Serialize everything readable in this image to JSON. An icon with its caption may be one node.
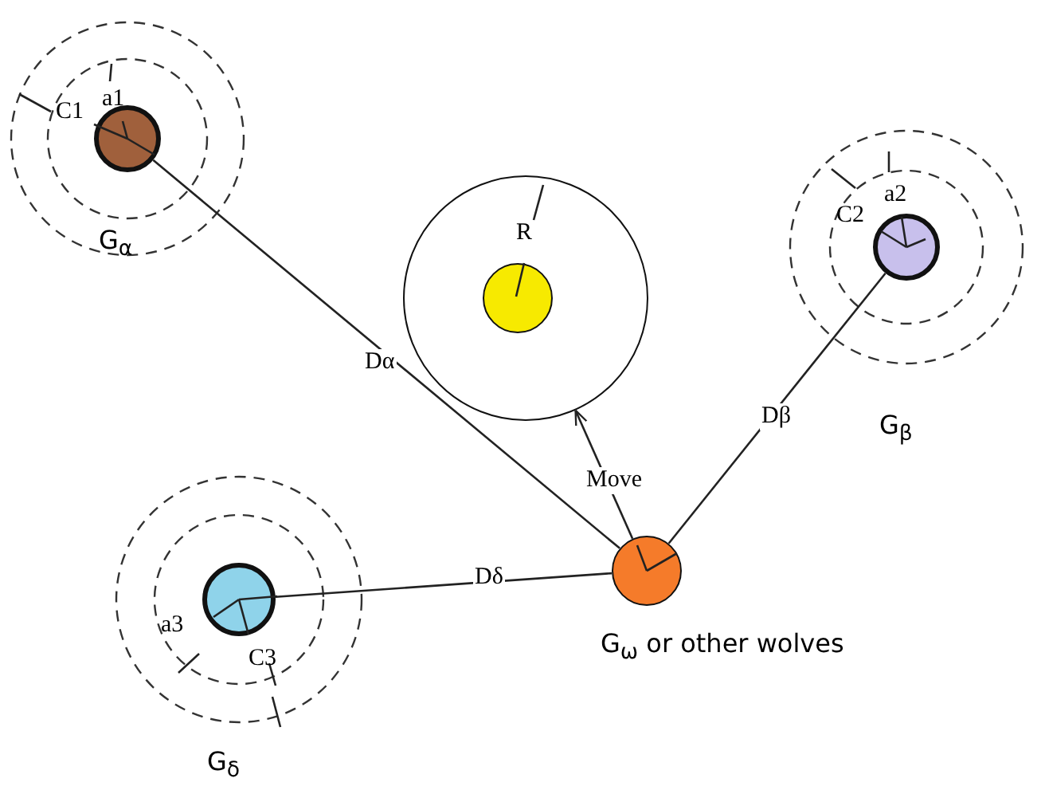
{
  "diagram": {
    "nodes": [
      {
        "text": [],
        "shape": "circle",
        "beside": [
          "G$_{α}$"
        ]
      },
      {
        "text": [],
        "shape": "circle"
      },
      {
        "text": [],
        "shape": "circle",
        "in": 1
      },
      {
        "text": [],
        "shape": "circle"
      },
      {
        "text": [],
        "shape": "circle"
      },
      {
        "text": [],
        "shape": "circle",
        "beside": [
          "G$_{ω}$ or other wolves"
        ]
      }
    ],
    "edges": [
      {
        "from": 0,
        "to": 5,
        "arrow": "none",
        "label": "Dα"
      },
      {
        "from": 5,
        "to": 1,
        "arrow": "to",
        "label": "Move"
      },
      {
        "from": 5,
        "to": 3,
        "arrow": "none",
        "label": "Dβ"
      },
      {
        "from": 4,
        "to": 5,
        "arrow": "none",
        "label": "Dδ"
      }
    ],
    "labels": [
      "C1",
      "a1",
      "R",
      "a2",
      "C2",
      "G$_{β}$",
      "a3",
      "C3",
      "G$_{δ}$"
    ]
  }
}
